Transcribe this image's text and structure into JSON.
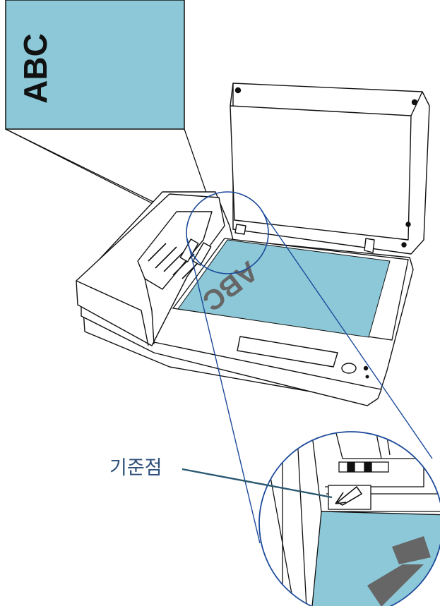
{
  "document_card": {
    "text": "ABC"
  },
  "glass_document": {
    "text": "ABC"
  },
  "callout": {
    "label": "기준점"
  },
  "colors": {
    "document": "#8cc8d8",
    "outline": "#111111",
    "callout_line": "#1c4a9a",
    "label_text": "#2d4f78",
    "leader_line": "#2a5870"
  }
}
